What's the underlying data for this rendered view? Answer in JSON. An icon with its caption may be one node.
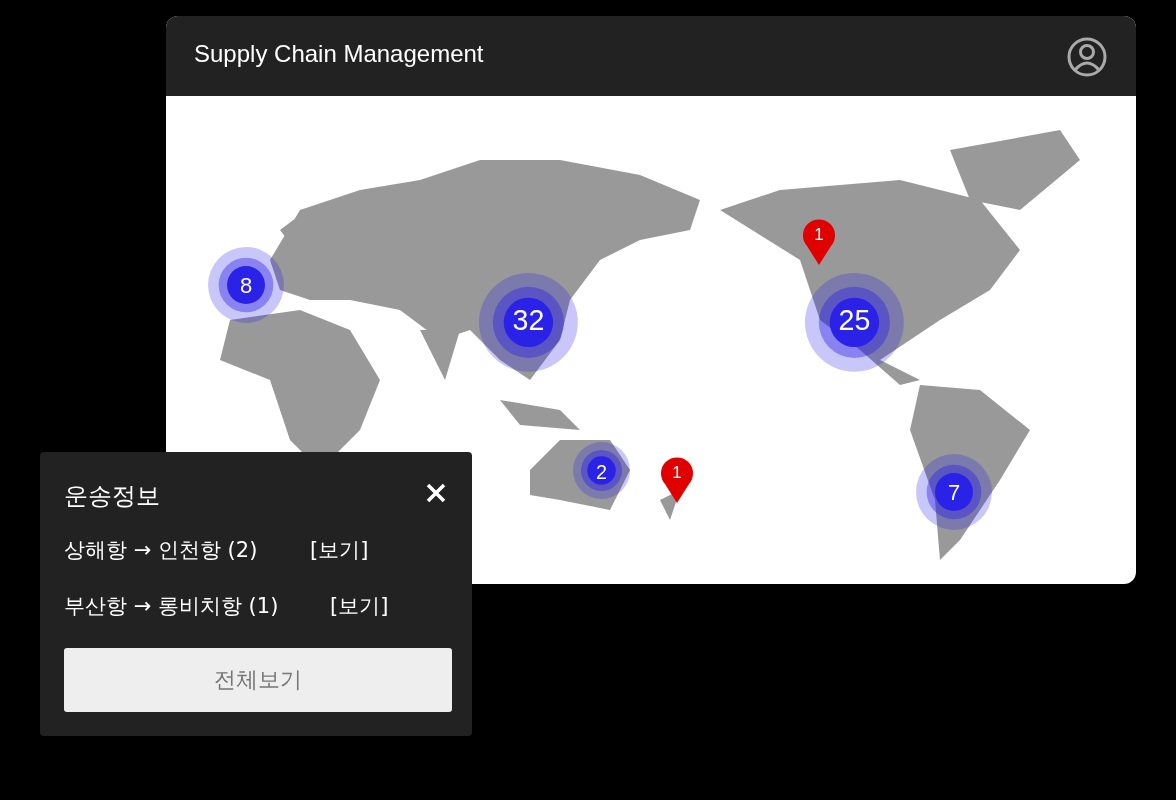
{
  "diagram": {
    "nodes": [
      {
        "text": [
          "Supply Chain Management"
        ]
      },
      {
        "text": [
          "8"
        ],
        "in": 0
      },
      {
        "text": [
          "32"
        ],
        "in": 0
      },
      {
        "text": [
          "1"
        ],
        "in": 0
      },
      {
        "text": [
          "25"
        ],
        "in": 0
      },
      {
        "text": [
          "2"
        ],
        "in": 0
      },
      {
        "text": [
          "1"
        ],
        "in": 0
      },
      {
        "text": [
          "7"
        ],
        "in": 0
      },
      {
        "text": [
          "운송정보",
          "상해항 → 인천항 (2)",
          "[보기]",
          "부산항 → 롱비치항 (1)",
          "[보기]"
        ]
      },
      {
        "text": [
          "전체보기"
        ],
        "in": 8
      }
    ]
  }
}
